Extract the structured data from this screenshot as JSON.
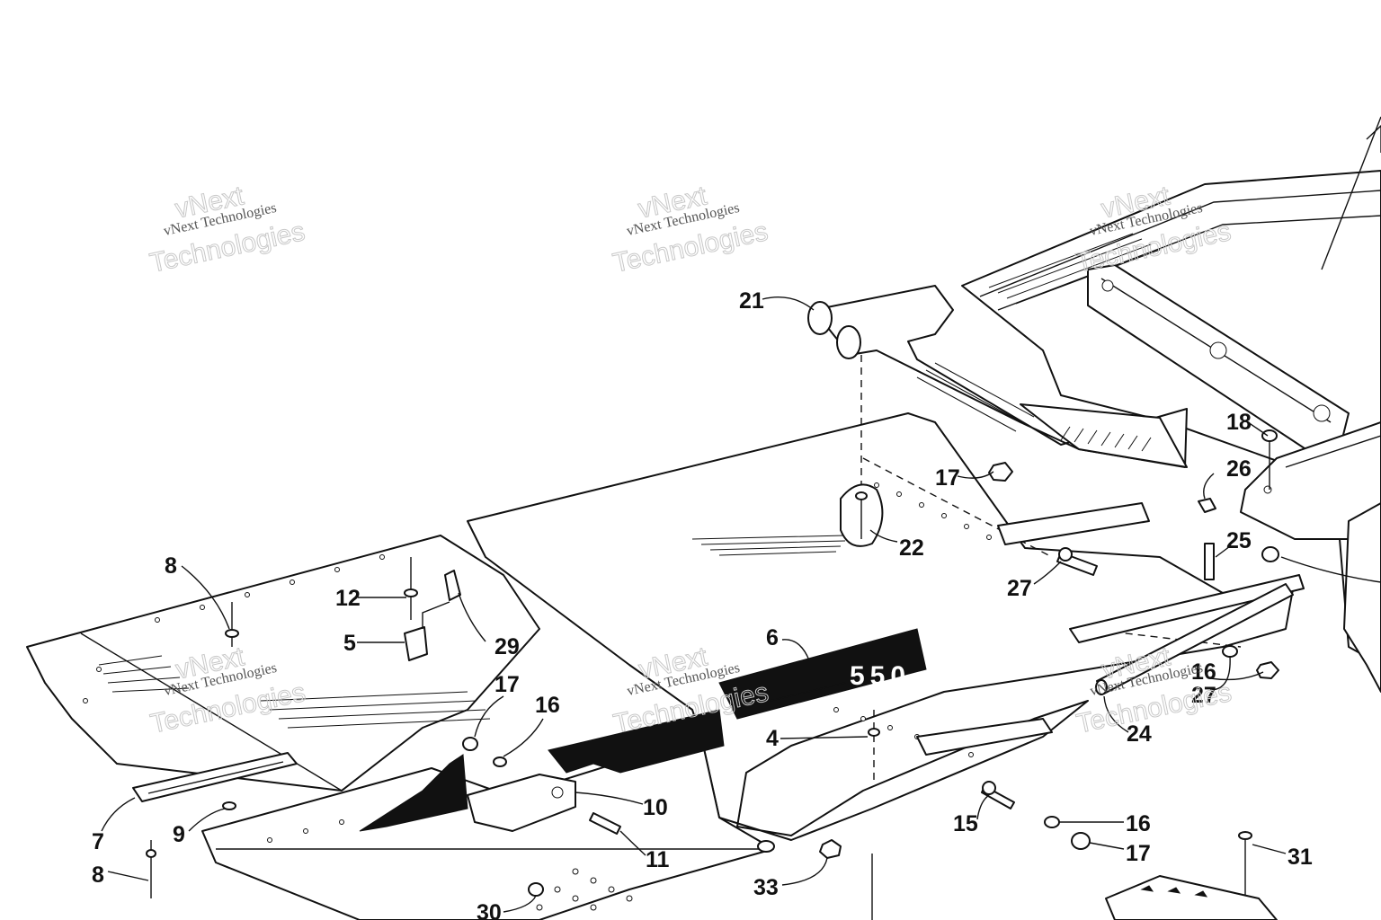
{
  "watermark": {
    "brand_line": "vNext",
    "company_line": "vNext Technologies",
    "big_line": "Technologies"
  },
  "decal": {
    "text": "550"
  },
  "callouts": [
    {
      "label": "21"
    },
    {
      "label": "17"
    },
    {
      "label": "22"
    },
    {
      "label": "18"
    },
    {
      "label": "26"
    },
    {
      "label": "25"
    },
    {
      "label": "27"
    },
    {
      "label": "8"
    },
    {
      "label": "12"
    },
    {
      "label": "5"
    },
    {
      "label": "29"
    },
    {
      "label": "6"
    },
    {
      "label": "17"
    },
    {
      "label": "16"
    },
    {
      "label": "4"
    },
    {
      "label": "16"
    },
    {
      "label": "27"
    },
    {
      "label": "24"
    },
    {
      "label": "10"
    },
    {
      "label": "11"
    },
    {
      "label": "7"
    },
    {
      "label": "9"
    },
    {
      "label": "8"
    },
    {
      "label": "33"
    },
    {
      "label": "15"
    },
    {
      "label": "16"
    },
    {
      "label": "17"
    },
    {
      "label": "31"
    },
    {
      "label": "30"
    }
  ],
  "colors": {
    "ink": "#111111",
    "paper": "#ffffff",
    "watermark": "#c8c8c8"
  }
}
